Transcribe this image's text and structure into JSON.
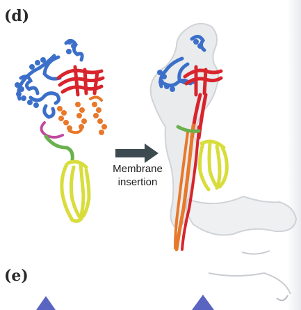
{
  "figure": {
    "panel_d_label": "(d)",
    "panel_e_label": "(e)",
    "arrow_caption_line1": "Membrane",
    "arrow_caption_line2": "insertion"
  },
  "colors": {
    "blue_domain": "#3b6fc9",
    "red_domain": "#d8242c",
    "orange_domain": "#e8782a",
    "green_linker": "#6ab04c",
    "yellow_domain": "#d8dd3c",
    "magenta_loop": "#c04aa0",
    "arrow": "#3d4a50",
    "triangle": "#5965c0",
    "density_map": "#d9dde0"
  },
  "icons": {
    "arrow": "right-arrow-icon",
    "triangle": "triangle-marker-icon"
  }
}
